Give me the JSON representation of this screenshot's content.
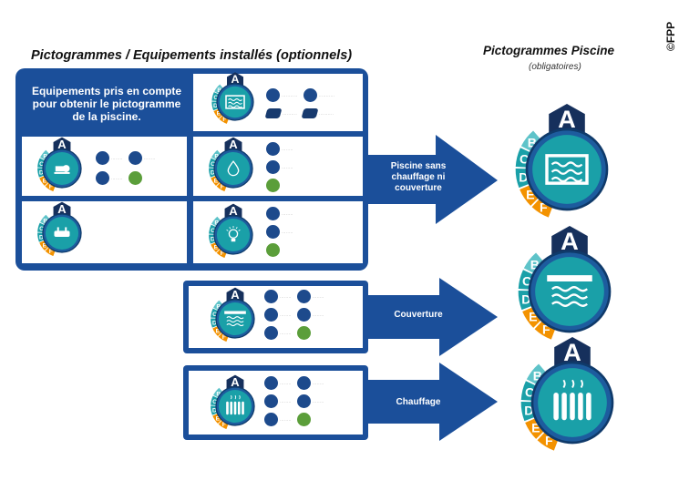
{
  "header": {
    "left_title": "Pictogrammes / Equipements installés (optionnels)",
    "right_title": "Pictogrammes Piscine",
    "right_subtitle": "(obligatoires)",
    "copyright": "©FPP"
  },
  "panel": {
    "intro": "Equipements pris en compte pour obtenir le pictogramme de la piscine."
  },
  "arrows": [
    {
      "label": "Piscine sans chauffage ni couverture"
    },
    {
      "label": "Couverture"
    },
    {
      "label": "Chauffage"
    }
  ],
  "rating_scale": [
    "A",
    "B",
    "C",
    "D",
    "E",
    "F"
  ],
  "colors": {
    "navy": "#1b4f9a",
    "dark_navy": "#16305c",
    "teal": "#1aa0a8",
    "light_teal": "#5ec3c9",
    "orange": "#f39200",
    "green": "#5b9e3a"
  },
  "icons": {
    "pool": "pool-water-icon",
    "cover": "pool-cover-icon",
    "heater": "radiator-icon",
    "pump": "pump-icon",
    "filter": "water-drop-icon",
    "light": "lightbulb-icon",
    "robot": "robot-icon"
  }
}
